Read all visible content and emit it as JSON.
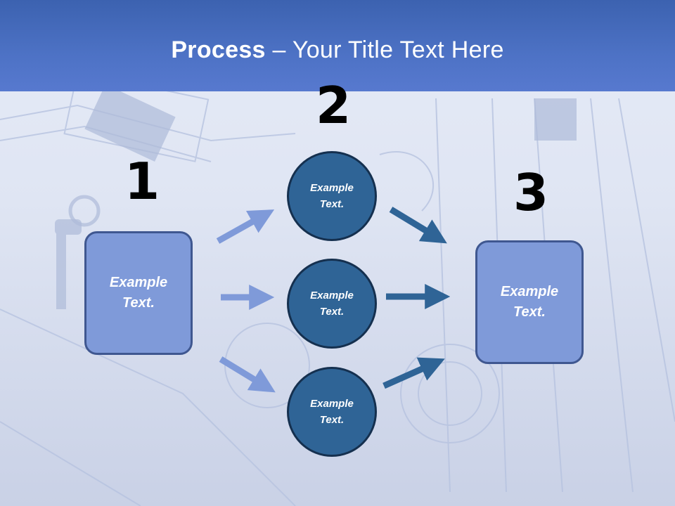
{
  "title": {
    "bold": "Process",
    "rest": " – Your Title Text Here"
  },
  "steps": [
    {
      "number": "1",
      "text": "Example\nText."
    },
    {
      "number": "2",
      "items": [
        "Example\nText.",
        "Example\nText.",
        "Example\nText."
      ]
    },
    {
      "number": "3",
      "text": "Example\nText."
    }
  ],
  "colors": {
    "header": "#4d72c5",
    "box_fill": "#7f9ad9",
    "circle_fill": "#2f6496",
    "arrow_light": "#7f9ad9",
    "arrow_dark": "#2f6496"
  }
}
